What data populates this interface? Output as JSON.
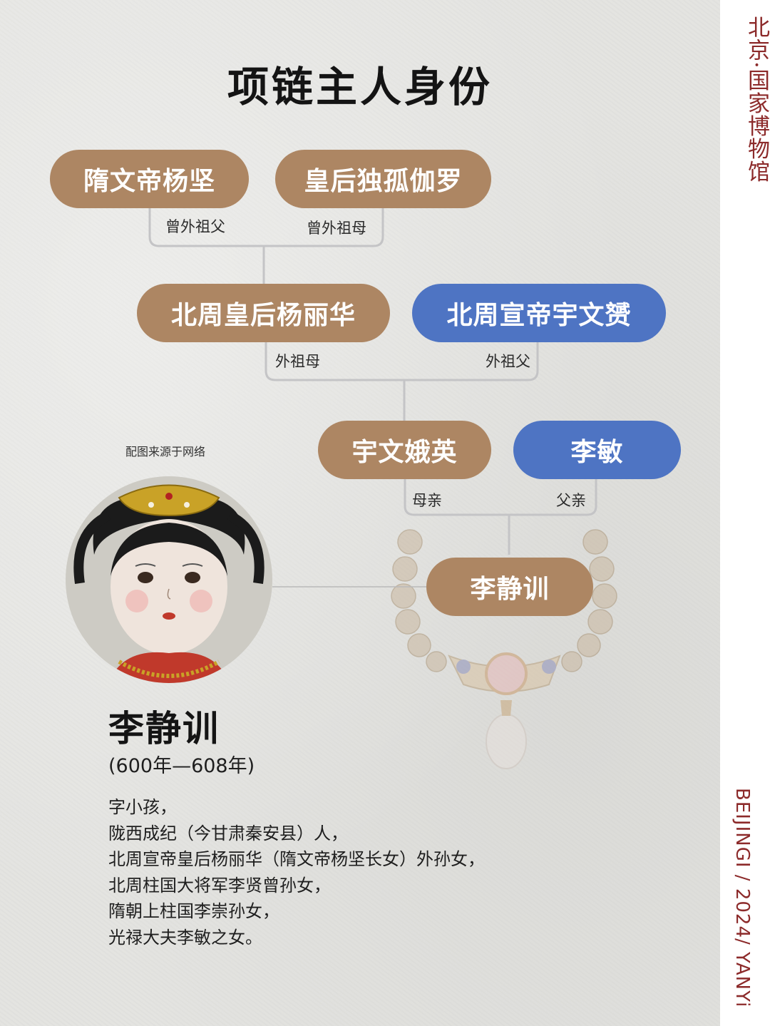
{
  "title": "项链主人身份",
  "sidebar": {
    "vertical_text": "北京·国家博物馆",
    "footer_text": "BEIJINGI / 2024/ YANYi"
  },
  "family_tree": {
    "people": [
      {
        "id": "yangjian",
        "name": "隋文帝杨坚",
        "relation": "曾外祖父",
        "color": "brown"
      },
      {
        "id": "dugu",
        "name": "皇后独孤伽罗",
        "relation": "曾外祖母",
        "color": "brown"
      },
      {
        "id": "yanglihua",
        "name": "北周皇后杨丽华",
        "relation": "外祖母",
        "color": "brown"
      },
      {
        "id": "yuwenyun",
        "name": "北周宣帝宇文赟",
        "relation": "外祖父",
        "color": "blue"
      },
      {
        "id": "yuwene",
        "name": "宇文娥英",
        "relation": "母亲",
        "color": "brown"
      },
      {
        "id": "limin",
        "name": "李敏",
        "relation": "父亲",
        "color": "blue"
      },
      {
        "id": "lijingxun",
        "name": "李静训",
        "relation": "",
        "color": "brown"
      }
    ]
  },
  "colors": {
    "brown_pill": "#ad8663",
    "blue_pill": "#4e74c3",
    "sidebar_text": "#8c2a2a"
  },
  "image_credit": "配图来源于网络",
  "portrait_icon": "portrait-illustration",
  "necklace_icon": "necklace-photo",
  "subject": {
    "name": "李静训",
    "dates": "(600年—608年)",
    "bio_lines": [
      "字小孩，",
      "陇西成纪（今甘肃秦安县）人，",
      "北周宣帝皇后杨丽华（隋文帝杨坚长女）外孙女，",
      "北周柱国大将军李贤曾孙女，",
      "隋朝上柱国李崇孙女，",
      "光禄大夫李敏之女。"
    ]
  }
}
